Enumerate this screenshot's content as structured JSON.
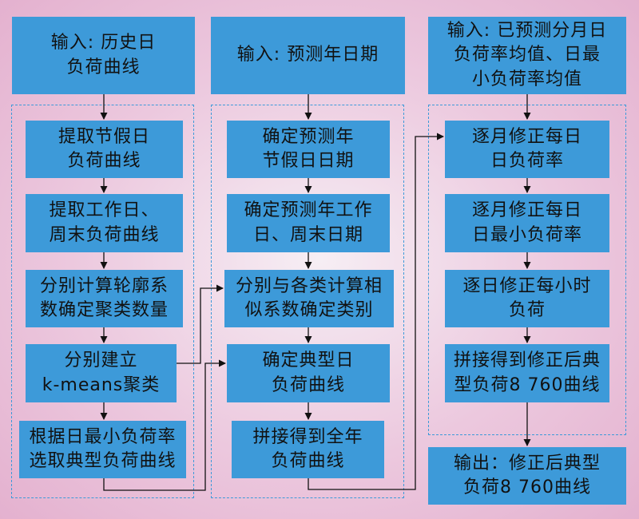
{
  "columns": [
    {
      "input": "输入: 历史日\n负荷曲线",
      "steps": [
        "提取节假日\n负荷曲线",
        "提取工作日、\n周末负荷曲线",
        "分别计算轮廓系\n数确定聚类数量",
        "分别建立\nk-means聚类",
        "根据日最小负荷率\n选取典型负荷曲线"
      ]
    },
    {
      "input": "输入: 预测年日期",
      "steps": [
        "确定预测年\n节假日日期",
        "确定预测年工作\n日、周末日期",
        "分别与各类计算相\n似系数确定类别",
        "确定典型日\n负荷曲线",
        "拼接得到全年\n负荷曲线"
      ]
    },
    {
      "input": "输入: 已预测分月日\n负荷率均值、日最\n小负荷率均值",
      "steps": [
        "逐月修正每日\n日负荷率",
        "逐月修正每日\n日最小负荷率",
        "逐日修正每小时\n负荷",
        "拼接得到修正后典\n型负荷8 760曲线"
      ],
      "output": "输出：修正后典型\n负荷8 760曲线"
    }
  ],
  "colors": {
    "box_fill": "#3d9ad9",
    "dashed_border": "#3d9ad9",
    "arrow": "#111111",
    "background": "#ecc8de"
  }
}
